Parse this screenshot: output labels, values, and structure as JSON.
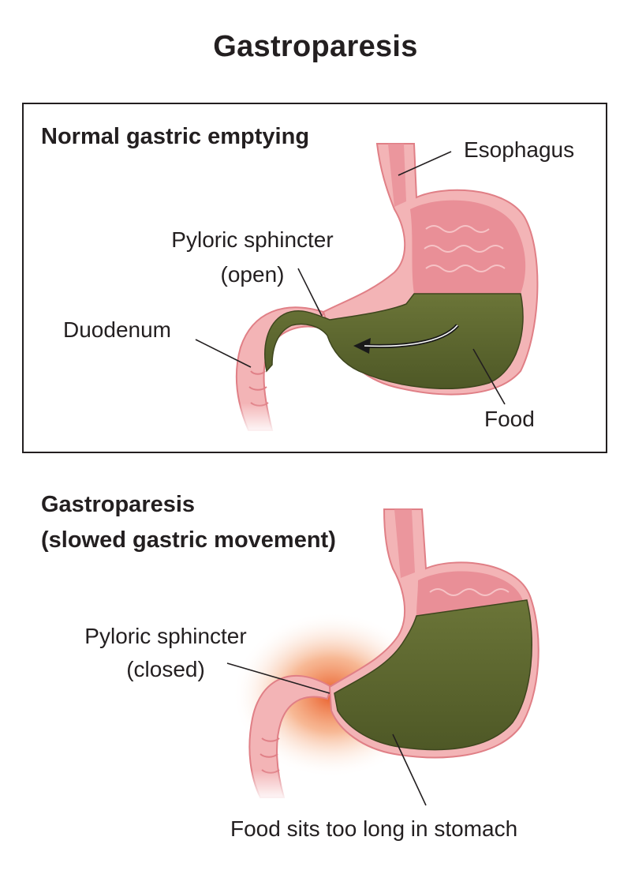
{
  "title": "Gastroparesis",
  "normal": {
    "heading": "Normal gastric emptying",
    "labels": {
      "esophagus": "Esophagus",
      "pyloric_sphincter": "Pyloric sphincter",
      "pyloric_state": "(open)",
      "duodenum": "Duodenum",
      "food": "Food"
    }
  },
  "gastroparesis": {
    "heading_line1": "Gastroparesis",
    "heading_line2": "(slowed gastric movement)",
    "labels": {
      "pyloric_sphincter": "Pyloric sphincter",
      "pyloric_state": "(closed)",
      "food": "Food sits too long in stomach"
    }
  },
  "colors": {
    "stomach_wall": "#f3b4b6",
    "stomach_inner": "#e98f97",
    "food": "#5a6530",
    "inflammation": "#e8551f",
    "text": "#231f20"
  }
}
